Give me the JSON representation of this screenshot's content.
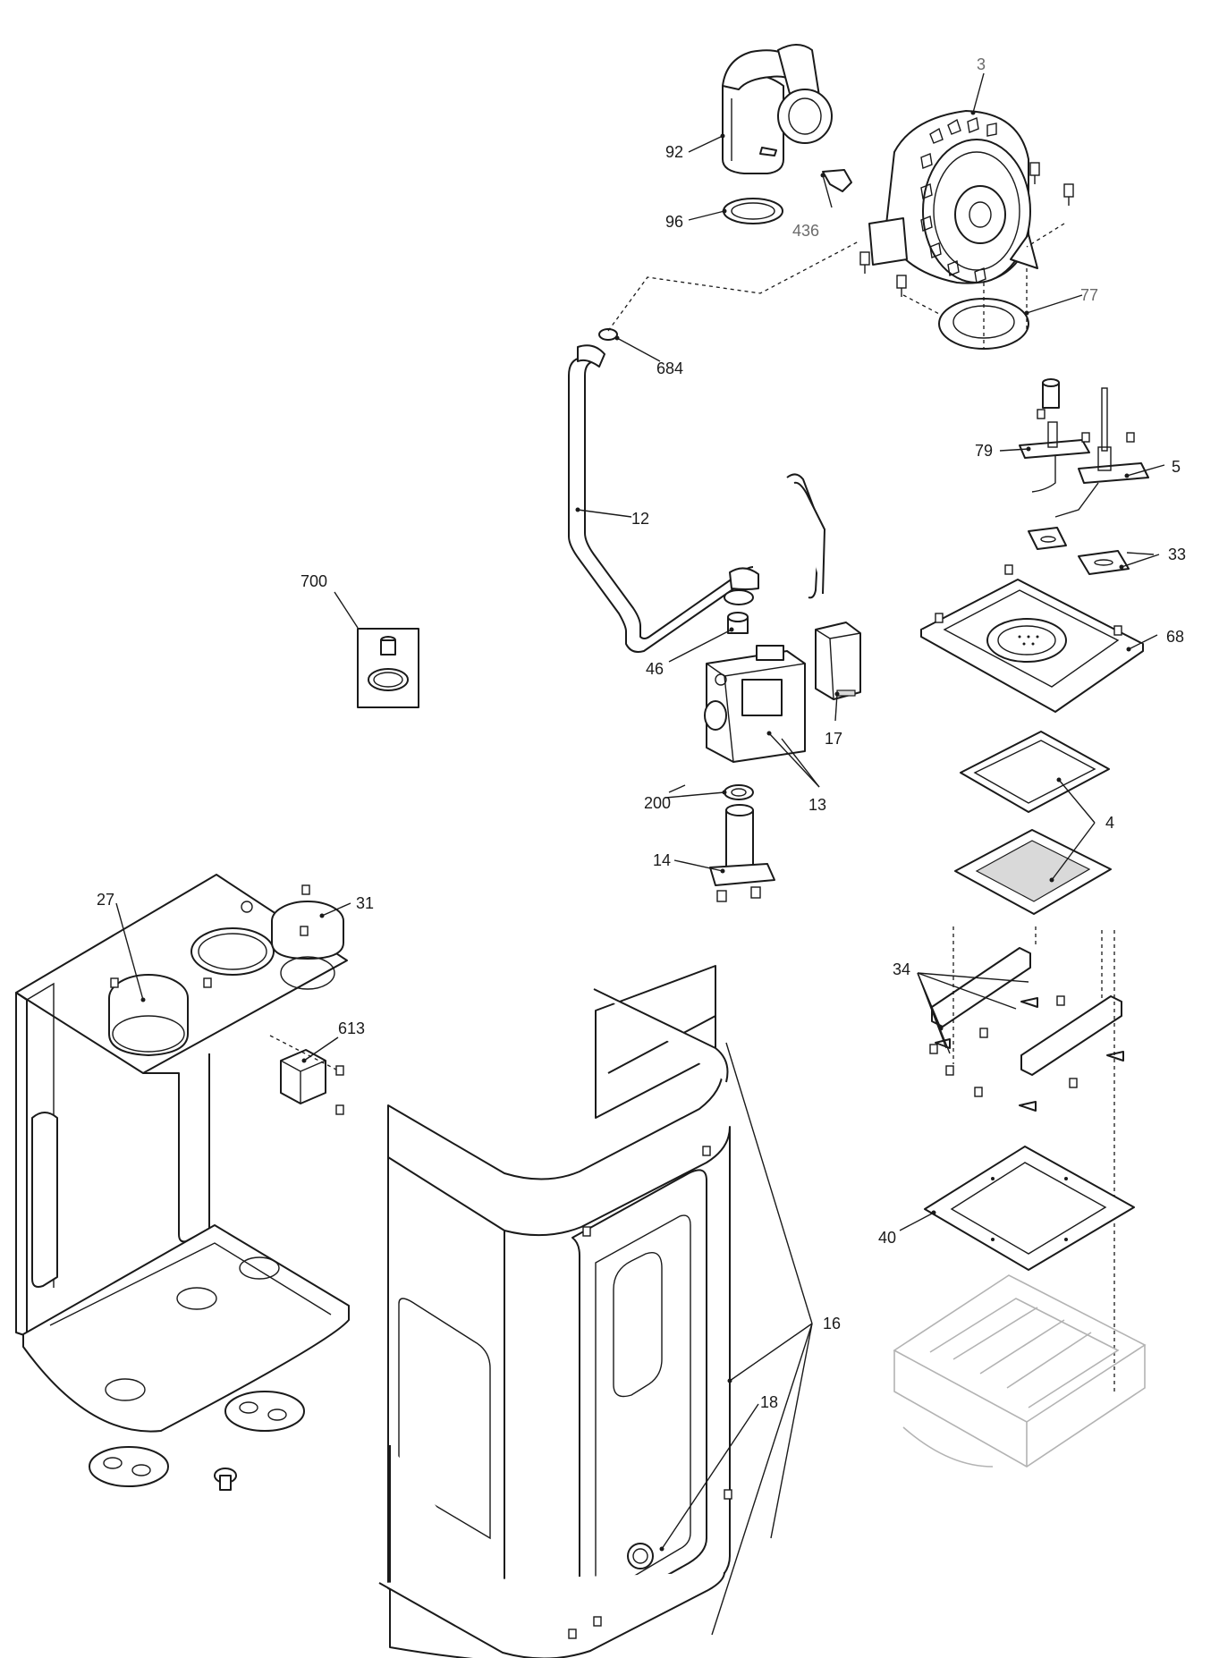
{
  "callouts": {
    "c3": "3",
    "c92": "92",
    "c96": "96",
    "c436": "436",
    "c77": "77",
    "c684": "684",
    "c79": "79",
    "c5": "5",
    "c12": "12",
    "c33": "33",
    "c700": "700",
    "c68": "68",
    "c46": "46",
    "c17": "17",
    "c200": "200",
    "c13": "13",
    "c4": "4",
    "c14": "14",
    "c27": "27",
    "c31": "31",
    "c34": "34",
    "c613": "613",
    "c40": "40",
    "c16": "16",
    "c18": "18"
  }
}
